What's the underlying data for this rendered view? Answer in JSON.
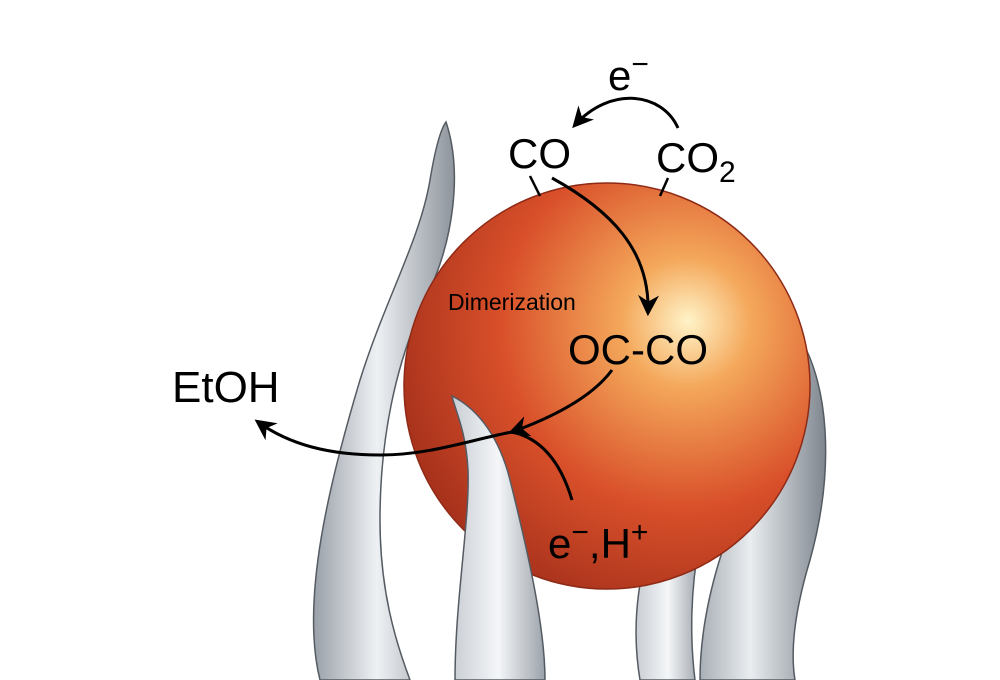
{
  "colors": {
    "sphere_core": "#fff3c8",
    "sphere_mid": "#f4a85b",
    "sphere_outer": "#d9502a",
    "sphere_edge": "#a8321c",
    "sheet_light": "#eef1f4",
    "sheet_dark": "#8a9098",
    "line": "#000000"
  },
  "labels": {
    "electron": "e",
    "electron_charge": "−",
    "co": "CO",
    "co2_main": "CO",
    "co2_sub": "2",
    "dimerization": "Dimerization",
    "occo": "OC-CO",
    "etoh": "EtOH",
    "eh_e": "e",
    "eh_minus": "−",
    "eh_comma": ",",
    "eh_h": "H",
    "eh_plus": "+"
  }
}
